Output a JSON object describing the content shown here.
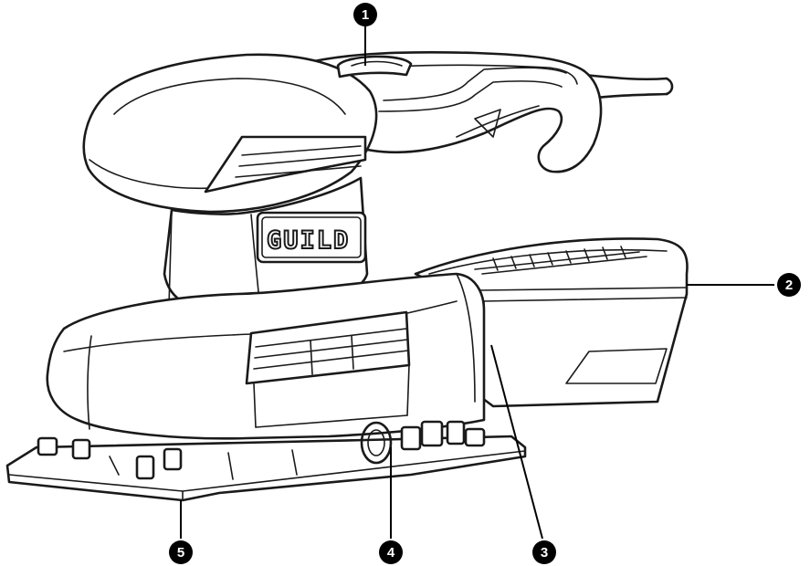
{
  "brand": {
    "logo_text": "GUILD"
  },
  "callouts": [
    {
      "id": "callout-1",
      "number": "1"
    },
    {
      "id": "callout-2",
      "number": "2"
    },
    {
      "id": "callout-3",
      "number": "3"
    },
    {
      "id": "callout-4",
      "number": "4"
    },
    {
      "id": "callout-5",
      "number": "5"
    }
  ],
  "colors": {
    "line": "#1a1a1a",
    "badge": "#000000",
    "background": "#ffffff"
  }
}
